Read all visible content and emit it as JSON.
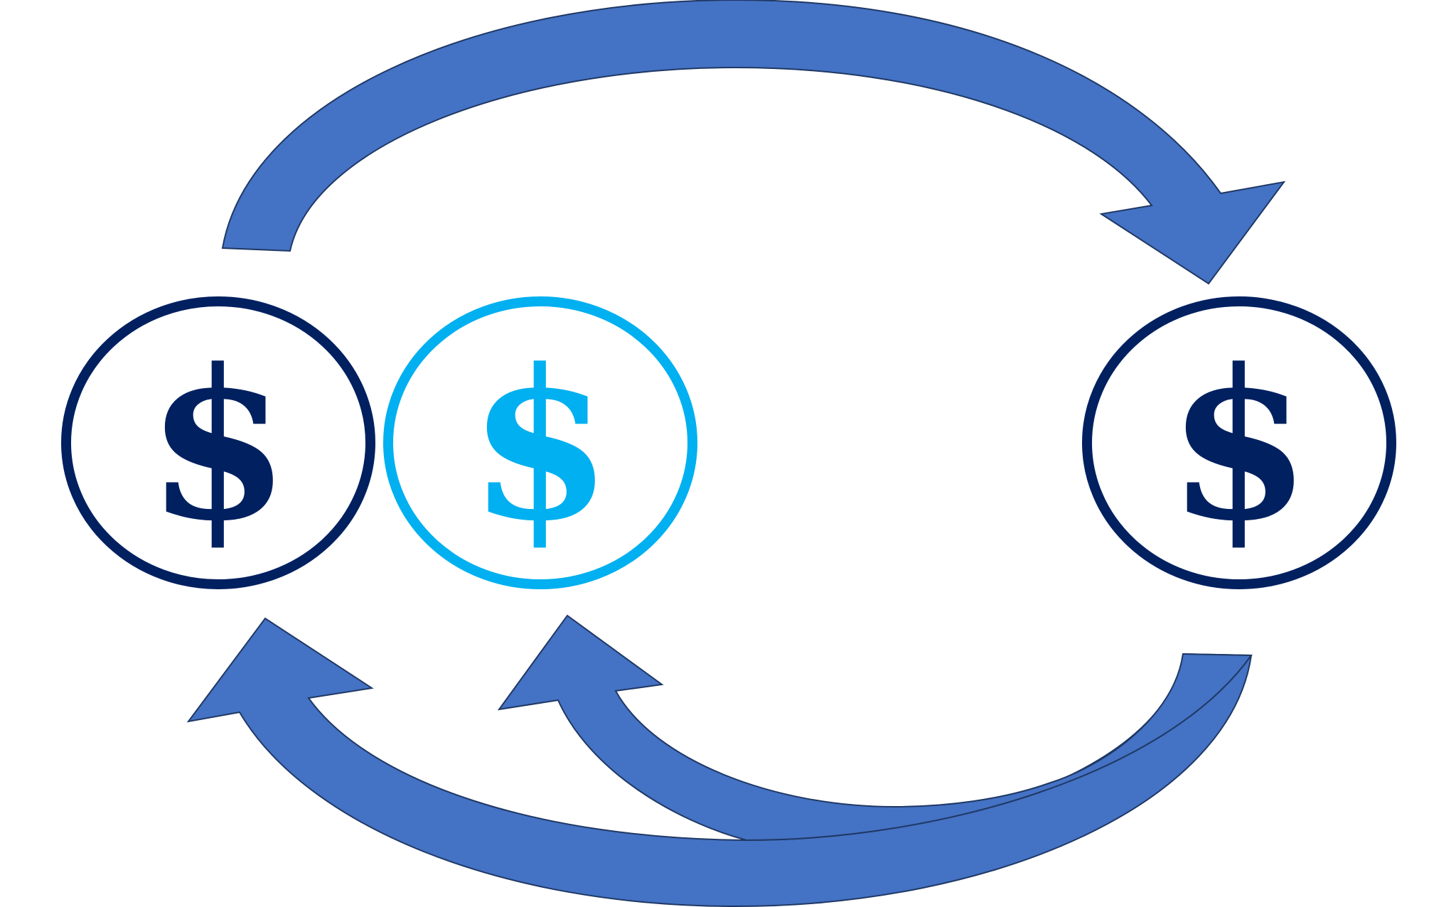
{
  "colors": {
    "arrow_fill": "#4472C4",
    "arrow_stroke": "#1F3864",
    "coin_dark": "#002060",
    "coin_light": "#00B0F0"
  },
  "coins": [
    {
      "symbol": "$",
      "color": "#002060"
    },
    {
      "symbol": "$",
      "color": "#00B0F0"
    },
    {
      "symbol": "$",
      "color": "#002060"
    }
  ],
  "arrows": [
    {
      "from": "coin-1",
      "to": "coin-3"
    },
    {
      "from": "coin-3",
      "to": "coin-1"
    },
    {
      "from": "coin-3",
      "to": "coin-2"
    }
  ]
}
